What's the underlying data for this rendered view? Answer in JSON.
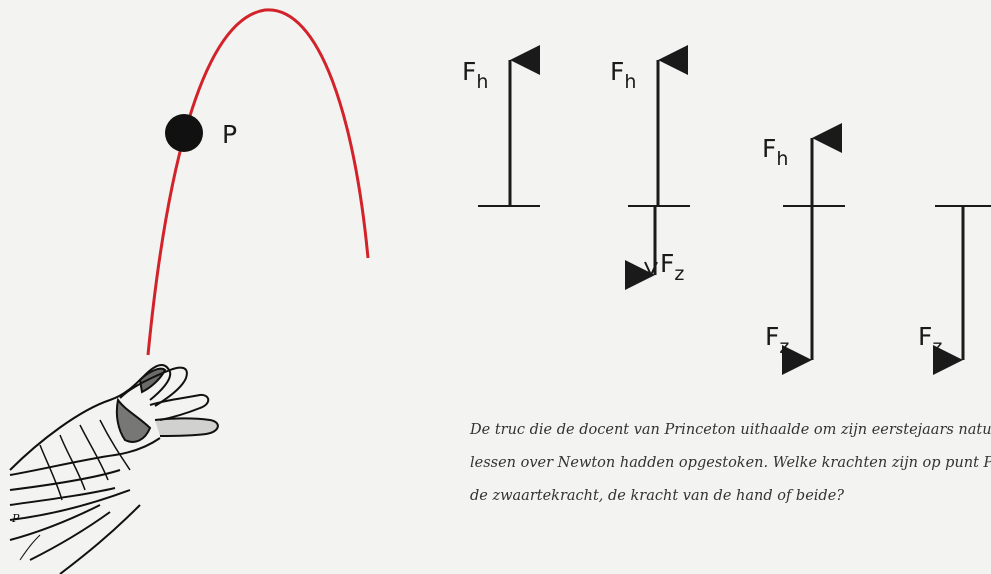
{
  "point_label": "P",
  "force_diagrams": [
    {
      "top": "F",
      "top_sub": "h",
      "bottom": "",
      "bottom_sub": ""
    },
    {
      "top": "F",
      "top_sub": "h",
      "bottom": "F",
      "bottom_sub": "z"
    },
    {
      "top": "F",
      "top_sub": "h",
      "bottom": "F",
      "bottom_sub": "z"
    },
    {
      "top": "",
      "top_sub": "",
      "bottom": "F",
      "bottom_sub": "z"
    }
  ],
  "caption_lines": [
    "De truc die de docent van Princeton uithaalde om zijn eerstejaars natu",
    "lessen over Newton hadden opgestoken. Welke krachten zijn op punt P",
    "de zwaartekracht, de kracht van de hand of beide?"
  ],
  "colors": {
    "trajectory": "#d2232a",
    "ball": "#111111",
    "ink": "#1a1a1a",
    "background": "#f3f3f1"
  },
  "icons": [
    "hand-illustration",
    "ball-icon",
    "arrow-up-icon",
    "arrow-down-icon"
  ]
}
